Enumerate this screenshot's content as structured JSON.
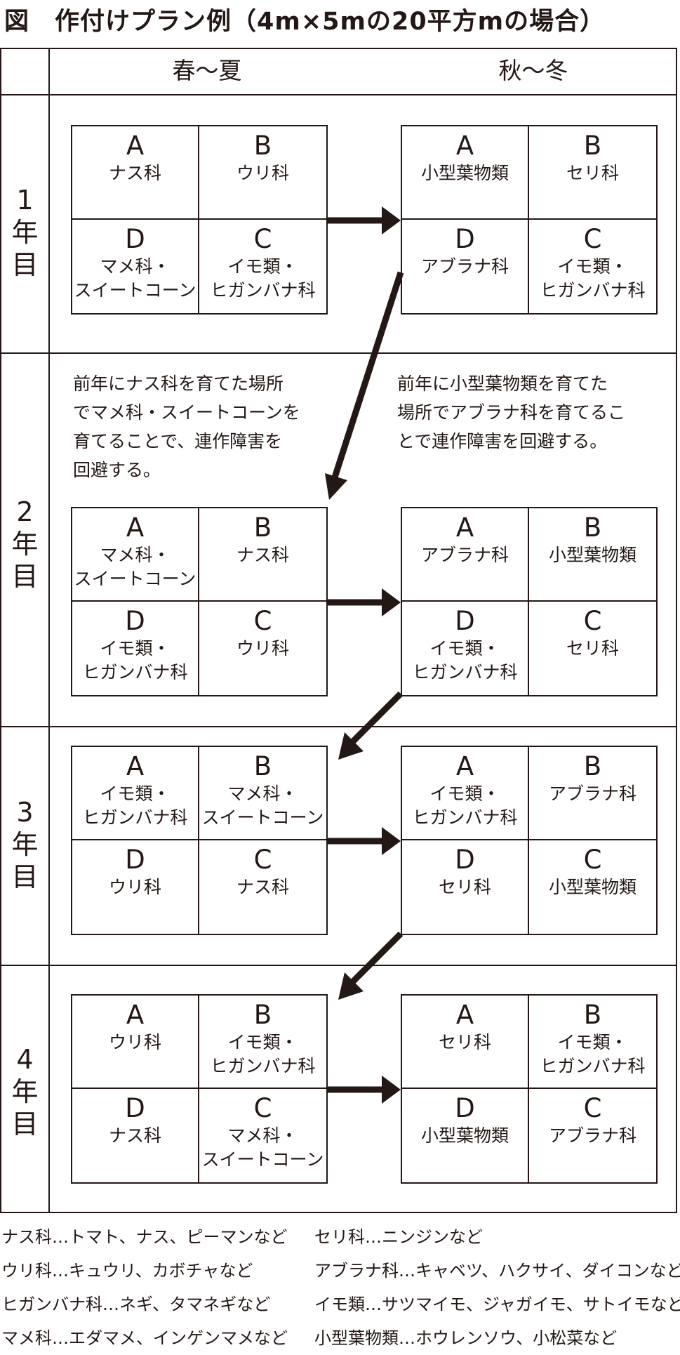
{
  "title": "図　作付けプラン例（4m×5mの20平方mの場合）",
  "seasons": [
    "春～夏",
    "秋～冬"
  ],
  "years": [
    {
      "label": [
        "1",
        "年",
        "目"
      ],
      "spring": [
        {
          "letter": "A",
          "family": "ナス科"
        },
        {
          "letter": "B",
          "family": "ウリ科"
        },
        {
          "letter": "D",
          "family": "マメ科・\nスイートコーン"
        },
        {
          "letter": "C",
          "family": "イモ類・\nヒガンバナ科"
        }
      ],
      "autumn": [
        {
          "letter": "A",
          "family": "小型葉物類"
        },
        {
          "letter": "B",
          "family": "セリ科"
        },
        {
          "letter": "D",
          "family": "アブラナ科"
        },
        {
          "letter": "C",
          "family": "イモ類・\nヒガンバナ科"
        }
      ]
    },
    {
      "label": [
        "2",
        "年",
        "目"
      ],
      "spring": [
        {
          "letter": "A",
          "family": "マメ科・\nスイートコーン"
        },
        {
          "letter": "B",
          "family": "ナス科"
        },
        {
          "letter": "D",
          "family": "イモ類・\nヒガンバナ科"
        },
        {
          "letter": "C",
          "family": "ウリ科"
        }
      ],
      "autumn": [
        {
          "letter": "A",
          "family": "アブラナ科"
        },
        {
          "letter": "B",
          "family": "小型葉物類"
        },
        {
          "letter": "D",
          "family": "イモ類・\nヒガンバナ科"
        },
        {
          "letter": "C",
          "family": "セリ科"
        }
      ]
    },
    {
      "label": [
        "3",
        "年",
        "目"
      ],
      "spring": [
        {
          "letter": "A",
          "family": "イモ類・\nヒガンバナ科"
        },
        {
          "letter": "B",
          "family": "マメ科・\nスイートコーン"
        },
        {
          "letter": "D",
          "family": "ウリ科"
        },
        {
          "letter": "C",
          "family": "ナス科"
        }
      ],
      "autumn": [
        {
          "letter": "A",
          "family": "イモ類・\nヒガンバナ科"
        },
        {
          "letter": "B",
          "family": "アブラナ科"
        },
        {
          "letter": "D",
          "family": "セリ科"
        },
        {
          "letter": "C",
          "family": "小型葉物類"
        }
      ]
    },
    {
      "label": [
        "4",
        "年",
        "目"
      ],
      "spring": [
        {
          "letter": "A",
          "family": "ウリ科"
        },
        {
          "letter": "B",
          "family": "イモ類・\nヒガンバナ科"
        },
        {
          "letter": "D",
          "family": "ナス科"
        },
        {
          "letter": "C",
          "family": "マメ科・\nスイートコーン"
        }
      ],
      "autumn": [
        {
          "letter": "A",
          "family": "セリ科"
        },
        {
          "letter": "B",
          "family": "イモ類・\nヒガンバナ科"
        },
        {
          "letter": "D",
          "family": "小型葉物類"
        },
        {
          "letter": "C",
          "family": "アブラナ科"
        }
      ]
    }
  ],
  "notes": {
    "left": "前年にナス科を育てた場所\nでマメ科・スイートコーンを\n育てることで、連作障害を\n回避する。",
    "right": "前年に小型葉物類を育てた\n場所でアブラナ科を育てるこ\nとで連作障害を回避する。"
  },
  "legend": {
    "left": [
      "ナス科…トマト、ナス、ピーマンなど",
      "ウリ科…キュウリ、カボチャなど",
      "ヒガンバナ科…ネギ、タマネギなど",
      "マメ科…エダマメ、インゲンマメなど"
    ],
    "right": [
      "セリ科…ニンジンなど",
      "アブラナ科…キャベツ、ハクサイ、ダイコンなど",
      "イモ類…サツマイモ、ジャガイモ、サトイモなど",
      "小型葉物類…ホウレンソウ、小松菜など"
    ]
  }
}
